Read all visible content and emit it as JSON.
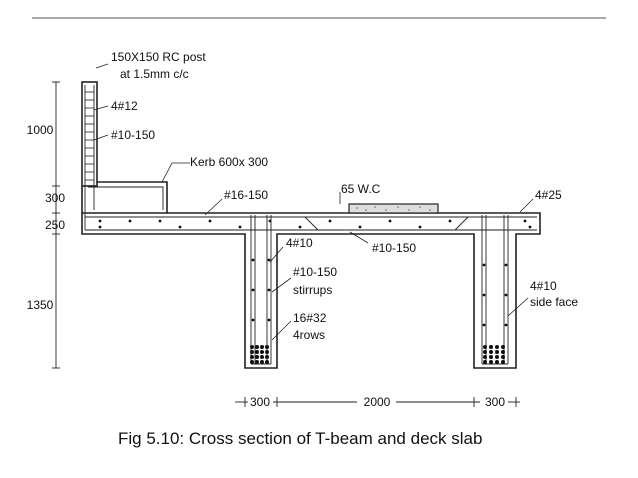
{
  "labels": {
    "post": "150X150 RC post",
    "post_spacing": "at 1.5mm c/c",
    "post_bars": "4#12",
    "post_ties": "#10-150",
    "kerb": "Kerb 600x 300",
    "slab_top": "#16-150",
    "wearing_coat": "65 W.C",
    "corner_bars": "4#25",
    "web_bars": "4#10",
    "slab_bottom": "#10-150",
    "stirrups_spacing": "#10-150",
    "stirrups": "stirrups",
    "main_bars": "16#32",
    "main_rows": "4rows",
    "side_bars": "4#10",
    "side_face": "side face"
  },
  "dimensions": {
    "post_height": "1000",
    "kerb_height": "300",
    "slab_thickness": "250",
    "web_depth": "1350",
    "web_width_left": "300",
    "beam_spacing": "2000",
    "web_width_right": "300"
  },
  "caption": "Fig 5.10: Cross section of T-beam and deck slab"
}
